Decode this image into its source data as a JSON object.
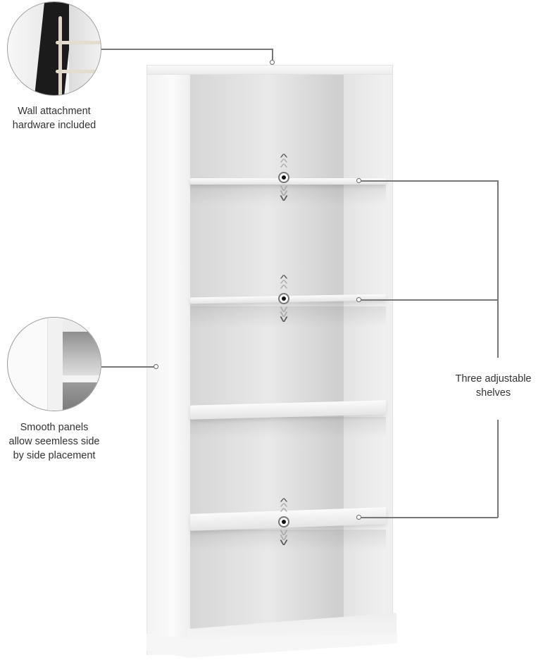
{
  "callouts": {
    "wall_attachment": {
      "line1": "Wall attachment",
      "line2": "hardware included",
      "icon": "zip-tie-wall-anchor"
    },
    "smooth_panels": {
      "line1": "Smooth panels",
      "line2": "allow seemless side",
      "line3": "by side placement",
      "icon": "side-panel-closeup"
    },
    "adjustable_shelves": {
      "line1": "Three adjustable",
      "line2": "shelves"
    }
  },
  "product": {
    "type": "bookcase",
    "shelf_count_visible": 4,
    "adjustable_shelf_count": 3,
    "color": "#f4f4f4"
  },
  "colors": {
    "connector_line": "#777777",
    "text": "#333333",
    "background": "#ffffff"
  }
}
